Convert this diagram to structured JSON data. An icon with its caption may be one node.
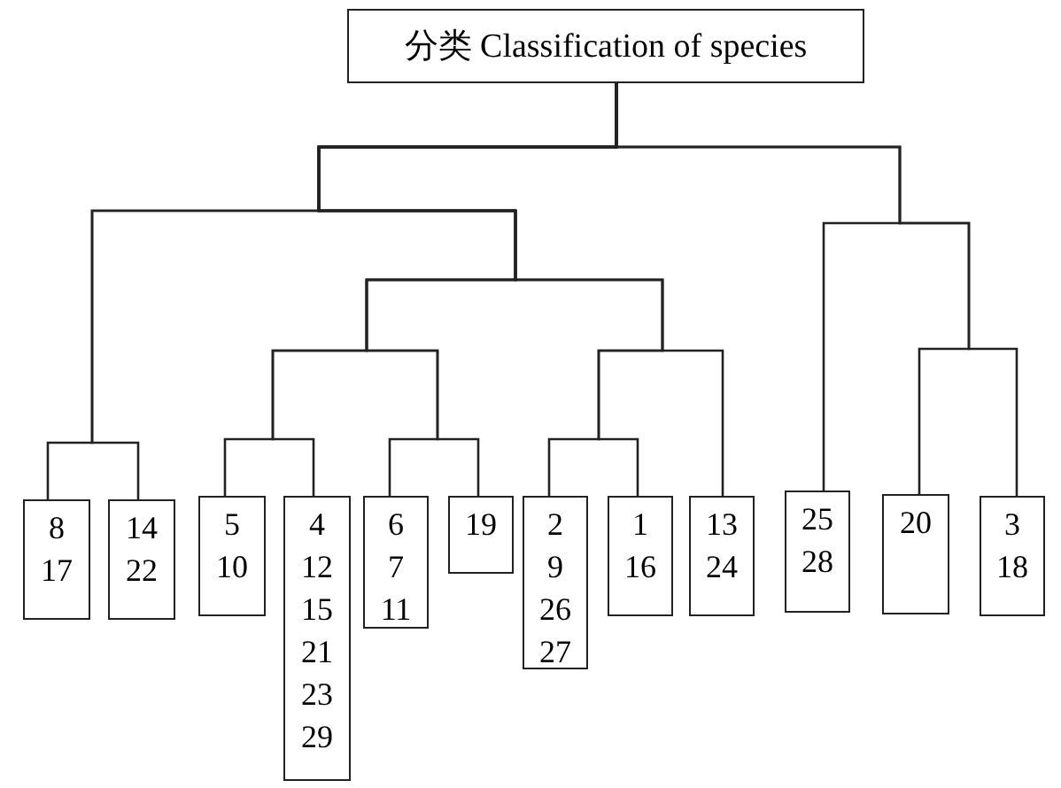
{
  "diagram": {
    "nodes": [
      {
        "text": [
          "分类 Classification of species"
        ]
      },
      {
        "text": [
          "8 17"
        ]
      },
      {
        "text": [
          "14 22"
        ]
      },
      {
        "text": [
          "5 10"
        ]
      },
      {
        "text": [
          "4 12 15 21 23 29"
        ]
      },
      {
        "text": [
          "6 7 11"
        ]
      },
      {
        "text": [
          "19"
        ]
      },
      {
        "text": [
          "2 9 26 27"
        ]
      },
      {
        "text": [
          "1 16"
        ]
      },
      {
        "text": [
          "13 24"
        ]
      },
      {
        "text": [
          "25 28"
        ]
      },
      {
        "text": [
          "20"
        ]
      },
      {
        "text": [
          "3 18"
        ]
      }
    ],
    "edges": [
      {
        "from": 0,
        "to": 1,
        "arrow": "none"
      },
      {
        "from": 0,
        "to": 2,
        "arrow": "none"
      },
      {
        "from": 0,
        "to": 3,
        "arrow": "none"
      },
      {
        "from": 0,
        "to": 4,
        "arrow": "none"
      },
      {
        "from": 0,
        "to": 5,
        "arrow": "none"
      },
      {
        "from": 0,
        "to": 6,
        "arrow": "none"
      },
      {
        "from": 0,
        "to": 7,
        "arrow": "none"
      },
      {
        "from": 0,
        "to": 8,
        "arrow": "none"
      },
      {
        "from": 0,
        "to": 9,
        "arrow": "none"
      },
      {
        "from": 0,
        "to": 10,
        "arrow": "none"
      },
      {
        "from": 0,
        "to": 11,
        "arrow": "none"
      },
      {
        "from": 0,
        "to": 12,
        "arrow": "none"
      }
    ]
  }
}
